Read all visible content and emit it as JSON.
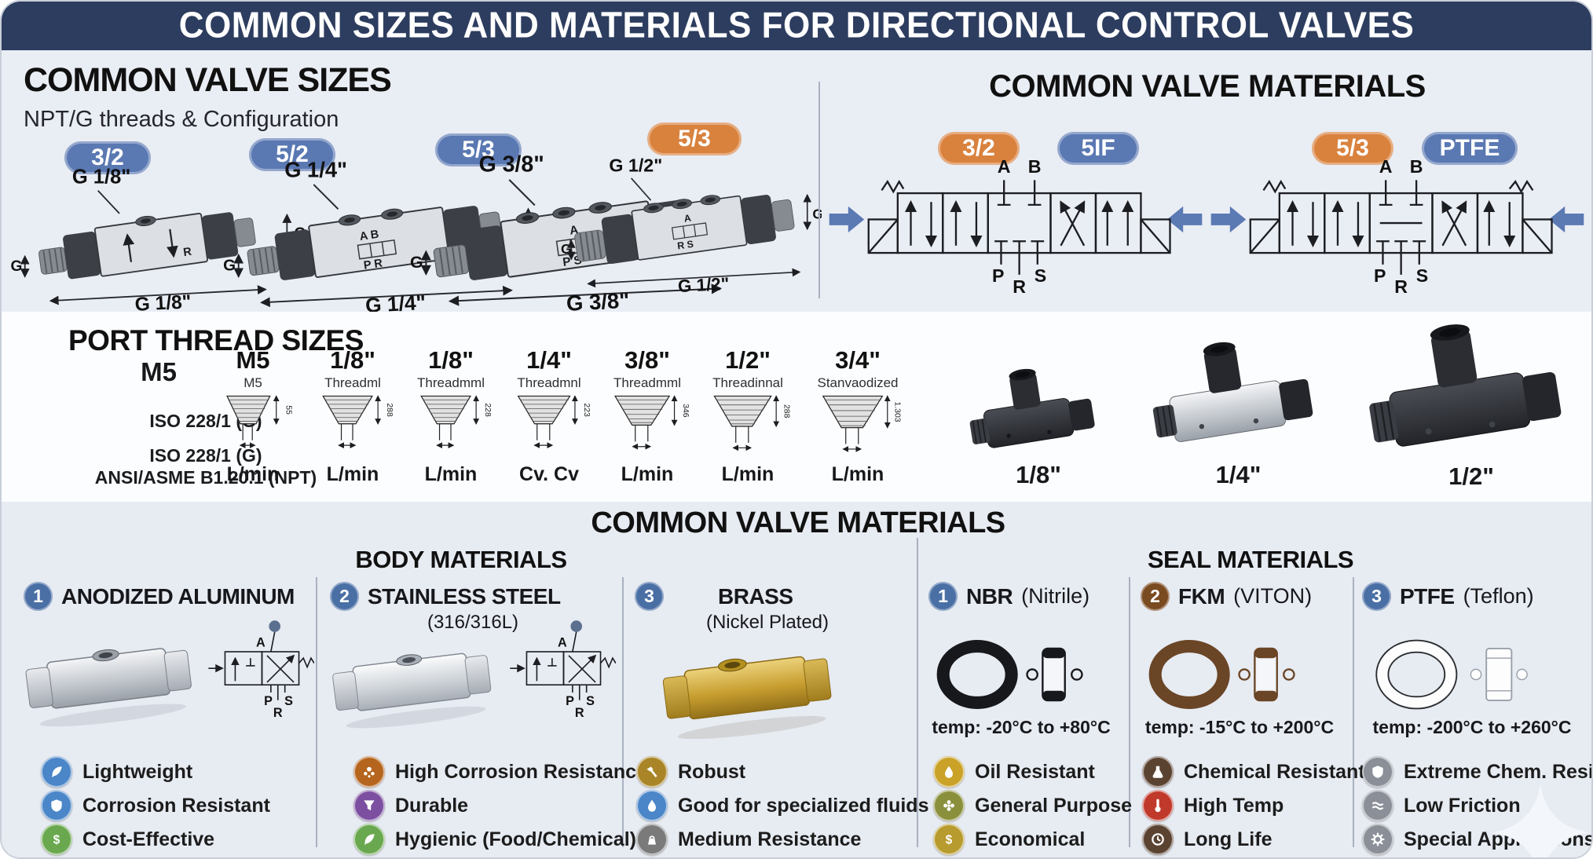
{
  "banner": {
    "title": "COMMON SIZES AND MATERIALS FOR DIRECTIONAL CONTROL VALVES"
  },
  "colors": {
    "navy": "#2d3d5f",
    "blue_badge": "#5a78b2",
    "orange_badge": "#d9823e",
    "panel": "#e9edf4"
  },
  "sizes": {
    "heading": "COMMON VALVE SIZES",
    "subtitle": "NPT/G threads & Configuration",
    "valves": [
      {
        "badge": "3/2",
        "badge_color": "#5a78b2",
        "thread": "G 1/8\"",
        "dim": "G 1/8\"",
        "g_right": "G",
        "g_left": "G",
        "letters_top": "",
        "letters_bottom": "R"
      },
      {
        "badge": "5/2",
        "badge_color": "#5a78b2",
        "thread": "G 1/4\"",
        "dim": "G 1/4\"",
        "g_right": "G",
        "g_left": "G",
        "letters_top": "A B",
        "letters_bottom": "P R"
      },
      {
        "badge": "5/3",
        "badge_color": "#5a78b2",
        "thread": "G 3/8\"",
        "dim": "G 3/8\"",
        "g_right": "G",
        "g_left": "G",
        "letters_top": "A",
        "letters_bottom": "P S"
      },
      {
        "badge": "5/3",
        "badge_color": "#d9823e",
        "thread": "G 1/2\"",
        "dim": "G 1/2\"",
        "g_right": "G",
        "g_left": "G",
        "letters_top": "A",
        "letters_bottom": "R S"
      }
    ]
  },
  "materials_top": {
    "heading": "COMMON VALVE MATERIALS",
    "schematics": [
      {
        "badge_left": {
          "label": "3/2",
          "color": "#d9823e"
        },
        "badge_right": {
          "label": "5IF",
          "color": "#5a78b2"
        },
        "ports": {
          "a": "A",
          "b": "B",
          "p": "P",
          "r": "R",
          "s": "S"
        }
      },
      {
        "badge_left": {
          "label": "5/3",
          "color": "#d9823e"
        },
        "badge_right": {
          "label": "PTFE",
          "color": "#5a78b2"
        },
        "ports": {
          "a": "A",
          "b": "B",
          "p": "P",
          "r": "R",
          "s": "S"
        }
      }
    ]
  },
  "port_threads": {
    "heading": "PORT THREAD SIZES",
    "col_header": "M5",
    "standards": [
      "ISO 228/1 (G)",
      "ISO 228/1 (G)",
      "ANSI/ASME B1.20.1 (NPT)"
    ],
    "items": [
      {
        "size": "M5",
        "sub": "M5",
        "dim": "55",
        "flow": "L/min"
      },
      {
        "size": "1/8\"",
        "sub": "Threadml",
        "dim": "288",
        "flow": "L/min"
      },
      {
        "size": "1/8\"",
        "sub": "Threadmml",
        "dim": "228",
        "flow": "L/min"
      },
      {
        "size": "1/4\"",
        "sub": "Threadmnl",
        "dim": "223",
        "flow": "Cv. Cv"
      },
      {
        "size": "3/8\"",
        "sub": "Threadmml",
        "dim": "346",
        "flow": "L/min"
      },
      {
        "size": "1/2\"",
        "sub": "Threadinnal",
        "dim": "288",
        "flow": "L/min"
      },
      {
        "size": "3/4\"",
        "sub": "Stanvaodized",
        "dim": "1.303",
        "flow": "L/min"
      }
    ],
    "photos": [
      {
        "label": "1/8\""
      },
      {
        "label": "1/4\""
      },
      {
        "label": "1/2\""
      }
    ]
  },
  "materials_bottom": {
    "heading": "COMMON VALVE MATERIALS",
    "body_header": "BODY MATERIALS",
    "seal_header": "SEAL MATERIALS",
    "schematic_ports": {
      "a": "A",
      "p": "P",
      "r": "R",
      "s": "S"
    },
    "body": [
      {
        "num": "1",
        "num_color": "#4a6fa5",
        "name": "ANODIZED ALUMINUM",
        "sub": "",
        "features": [
          {
            "label": "Lightweight",
            "icon": "leaf-icon",
            "color": "#4a86c8"
          },
          {
            "label": "Corrosion Resistant",
            "icon": "shield-icon",
            "color": "#4a86c8"
          },
          {
            "label": "Cost-Effective",
            "icon": "dollar-icon",
            "color": "#6aa84f"
          }
        ]
      },
      {
        "num": "2",
        "num_color": "#4a6fa5",
        "name": "STAINLESS STEEL",
        "sub": "(316/316L)",
        "features": [
          {
            "label": "High Corrosion Resistance",
            "icon": "corrosion-icon",
            "color": "#b5651d"
          },
          {
            "label": "Durable",
            "icon": "funnel-icon",
            "color": "#7d4fa0"
          },
          {
            "label": "Hygienic (Food/Chemical)",
            "icon": "leaf-icon",
            "color": "#6aa84f"
          }
        ]
      },
      {
        "num": "3",
        "num_color": "#4a6fa5",
        "name": "BRASS",
        "sub": "(Nickel Plated)",
        "features": [
          {
            "label": "Robust",
            "icon": "hammer-icon",
            "color": "#a98527"
          },
          {
            "label": "Good for specialized fluids",
            "icon": "droplet-icon",
            "color": "#4a86c8"
          },
          {
            "label": "Medium Resistance",
            "icon": "bag-icon",
            "color": "#7a7a7a"
          }
        ]
      }
    ],
    "seal": [
      {
        "num": "1",
        "num_color": "#4a6fa5",
        "name": "NBR",
        "sub": "(Nitrile)",
        "temp": "temp: -20°C to +80°C",
        "ring_color": "#17181b",
        "features": [
          {
            "label": "Oil Resistant",
            "icon": "oil-drop-icon",
            "color": "#c9a227"
          },
          {
            "label": "General Purpose",
            "icon": "flower-icon",
            "color": "#8a8f3c"
          },
          {
            "label": "Economical",
            "icon": "dollar-icon",
            "color": "#b89b2e"
          }
        ]
      },
      {
        "num": "2",
        "num_color": "#7a4a21",
        "name": "FKM",
        "sub": "(VITON)",
        "temp": "temp: -15°C to +200°C",
        "ring_color": "#6a4526",
        "features": [
          {
            "label": "Chemical Resistant",
            "icon": "flask-icon",
            "color": "#5b4332"
          },
          {
            "label": "High Temp",
            "icon": "thermometer-icon",
            "color": "#c0392b"
          },
          {
            "label": "Long Life",
            "icon": "clock-icon",
            "color": "#5b4332"
          }
        ]
      },
      {
        "num": "3",
        "num_color": "#4a6fa5",
        "name": "PTFE",
        "sub": "(Teflon)",
        "temp": "temp: -200°C to +260°C",
        "ring_color": "#fdfdfe",
        "features": [
          {
            "label": "Extreme Chem. Resistance",
            "icon": "shield-icon",
            "color": "#8a8f98"
          },
          {
            "label": "Low Friction",
            "icon": "waves-icon",
            "color": "#8a8f98"
          },
          {
            "label": "Special Applications",
            "icon": "gear-icon",
            "color": "#8a8f98"
          }
        ]
      }
    ]
  }
}
